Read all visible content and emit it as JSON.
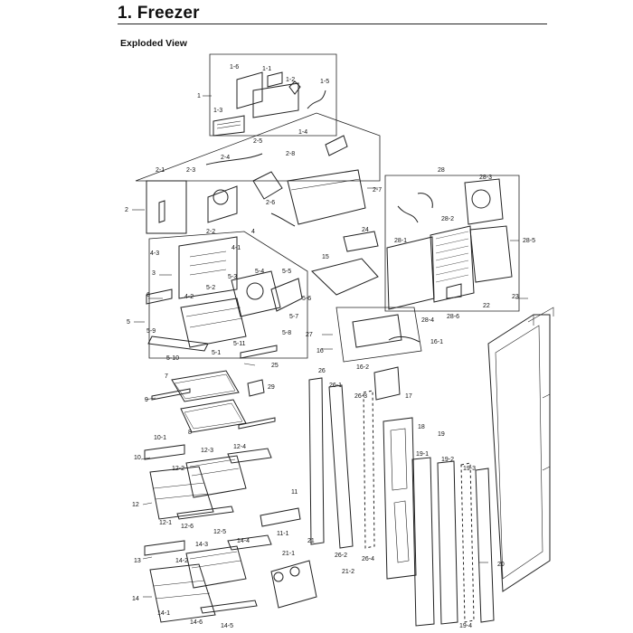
{
  "page": {
    "title": "1. Freezer",
    "section": "Exploded View"
  },
  "callouts": {
    "c1": "1",
    "c1_1": "1-1",
    "c1_2": "1-2",
    "c1_3": "1-3",
    "c1_4": "1-4",
    "c1_5": "1-5",
    "c1_6": "1-6",
    "c2": "2",
    "c2_1": "2-1",
    "c2_2": "2-2",
    "c2_3": "2-3",
    "c2_4": "2-4",
    "c2_5": "2-5",
    "c2_6": "2-6",
    "c2_7": "2-7",
    "c2_8": "2-8",
    "c3": "3",
    "c4": "4",
    "c4_1": "4-1",
    "c4_2": "4-2",
    "c4_3": "4-3",
    "c5": "5",
    "c5_1": "5-1",
    "c5_2": "5-2",
    "c5_3": "5-3",
    "c5_4": "5-4",
    "c5_5": "5-5",
    "c5_6": "5-6",
    "c5_7": "5-7",
    "c5_8": "5-8",
    "c5_9": "5-9",
    "c5_10": "5-10",
    "c5_11": "5-11",
    "c6": "6",
    "c7": "7",
    "c8": "8",
    "c9": "9",
    "c10": "10",
    "c10_1": "10-1",
    "c11": "11",
    "c11_1": "11-1",
    "c12": "12",
    "c12_1": "12-1",
    "c12_2": "12-2",
    "c12_3": "12-3",
    "c12_4": "12-4",
    "c12_5": "12-5",
    "c12_6": "12-6",
    "c13": "13",
    "c14": "14",
    "c14_1": "14-1",
    "c14_2": "14-2",
    "c14_3": "14-3",
    "c14_4": "14-4",
    "c14_5": "14-5",
    "c14_6": "14-6",
    "c15": "15",
    "c16": "16",
    "c16_1": "16-1",
    "c16_2": "16-2",
    "c17": "17",
    "c18": "18",
    "c19": "19",
    "c19_1": "19-1",
    "c19_2": "19-2",
    "c19_3": "19-3",
    "c19_4": "19-4",
    "c20": "20",
    "c21": "21",
    "c21_1": "21-1",
    "c21_2": "21-2",
    "c22": "22",
    "c23": "23",
    "c24": "24",
    "c25": "25",
    "c26": "26",
    "c26_1": "26-1",
    "c26_2": "26-2",
    "c26_3": "26-3",
    "c26_4": "26-4",
    "c27": "27",
    "c28": "28",
    "c28_1": "28-1",
    "c28_2": "28-2",
    "c28_3": "28-3",
    "c28_4": "28-4",
    "c28_5": "28-5",
    "c28_6": "28-6",
    "c29": "29"
  }
}
